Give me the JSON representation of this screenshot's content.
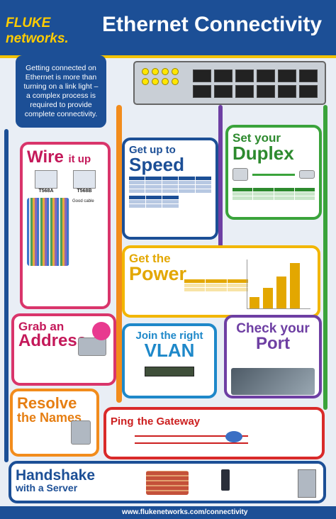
{
  "header": {
    "logo_primary": "FLUKE",
    "logo_secondary": "networks.",
    "title": "Ethernet Connectivity"
  },
  "intro": {
    "text": "Getting connected on Ethernet is more than turning on a link light – a complex process is required to provide complete connectivity."
  },
  "panels": {
    "wire": {
      "title_big": "Wire",
      "title_small": "it up",
      "label_a": "T568A",
      "label_b": "T568B",
      "caption_good": "Good cable"
    },
    "speed": {
      "title_small": "Get up to",
      "title_big": "Speed"
    },
    "duplex": {
      "title_small": "Set your",
      "title_big": "Duplex"
    },
    "power": {
      "title_small": "Get the",
      "title_big": "Power"
    },
    "address": {
      "title_small": "Grab an",
      "title_big": "Address"
    },
    "vlan": {
      "title_small": "Join the right",
      "title_big": "VLAN"
    },
    "port": {
      "title_small": "Check your",
      "title_big": "Port"
    },
    "names": {
      "title_small": "Resolve",
      "title_big": "the Names"
    },
    "ping": {
      "title_big": "Ping",
      "title_small": "the Gateway"
    },
    "handshake": {
      "title_big": "Handshake",
      "title_small": "with a Server"
    }
  },
  "power_bars": [
    0.25,
    0.45,
    0.7,
    1.0
  ],
  "footer": {
    "url": "www.flukenetworks.com/connectivity"
  },
  "colors": {
    "brand_blue": "#1c4f96",
    "accent_yellow": "#f3c200",
    "wire_pink": "#d9356b",
    "duplex_green": "#3aa33b",
    "power_gold": "#f2b600",
    "vlan_cyan": "#1e88c9",
    "port_purple": "#6e3fa3",
    "names_orange": "#f28c1c",
    "ping_red": "#d92a2a"
  }
}
